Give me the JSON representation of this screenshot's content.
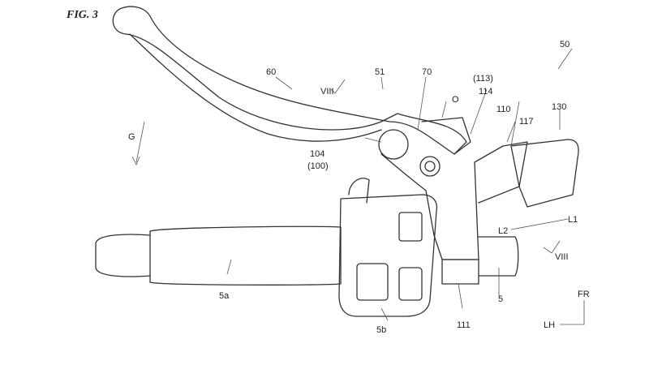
{
  "figure": {
    "title": "FIG. 3"
  },
  "labels": {
    "l60": "60",
    "l51": "51",
    "l70": "70",
    "l113": "(113)",
    "l114": "114",
    "lO": "O",
    "l50": "50",
    "l110": "110",
    "l117": "117",
    "l130": "130",
    "lG": "G",
    "l104": "104",
    "l100": "(100)",
    "lL1": "L1",
    "lL2": "L2",
    "l5a": "5a",
    "l5b": "5b",
    "l111": "111",
    "l5": "5",
    "lFR": "FR",
    "lLH": "LH",
    "lVIII_top": "VIII",
    "lVIII_right": "VIII"
  }
}
